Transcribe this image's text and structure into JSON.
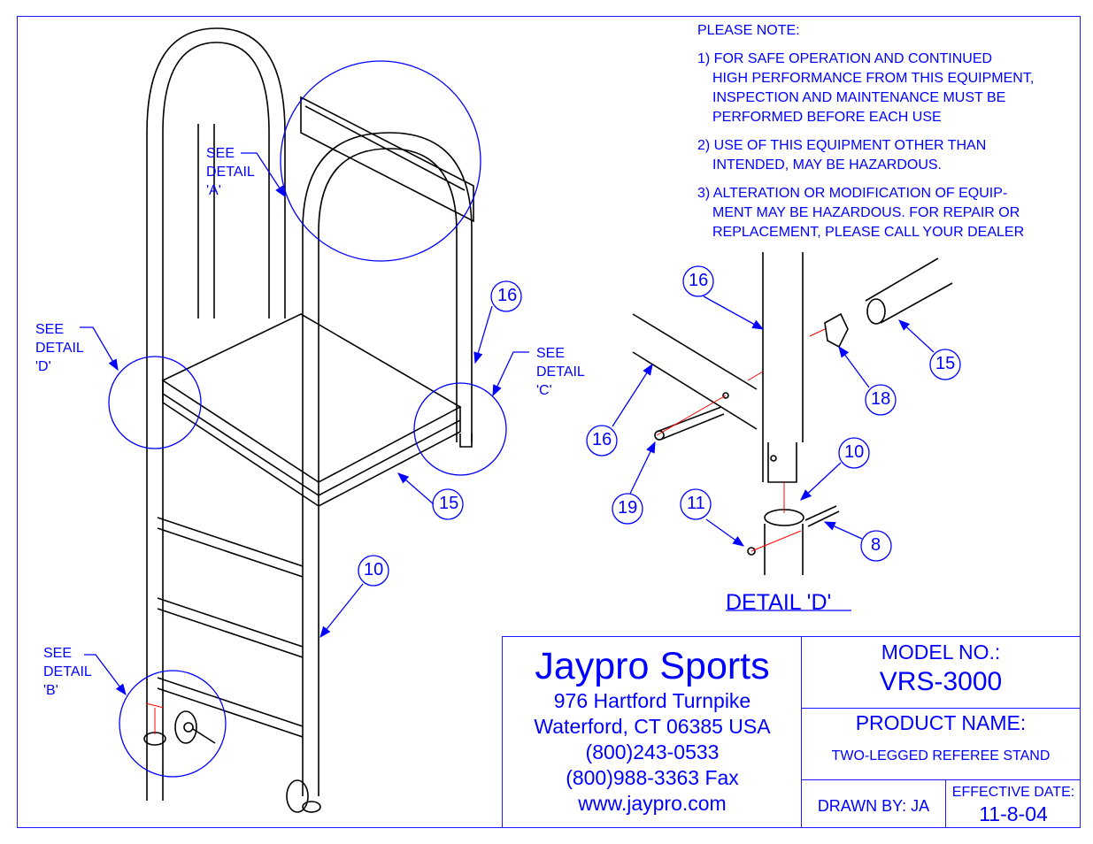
{
  "notes": {
    "heading": "PLEASE NOTE:",
    "items": [
      {
        "first": "1) FOR SAFE OPERATION AND CONTINUED",
        "rest": [
          "HIGH PERFORMANCE FROM THIS EQUIPMENT,",
          "INSPECTION AND MAINTENANCE MUST BE",
          "PERFORMED BEFORE EACH USE"
        ]
      },
      {
        "first": "2) USE OF THIS EQUIPMENT OTHER THAN",
        "rest": [
          "INTENDED, MAY BE HAZARDOUS."
        ]
      },
      {
        "first": "3) ALTERATION OR MODIFICATION OF EQUIP-",
        "rest": [
          "MENT MAY BE HAZARDOUS.  FOR REPAIR OR",
          "REPLACEMENT, PLEASE CALL YOUR DEALER"
        ]
      }
    ]
  },
  "callouts": {
    "see_a": [
      "SEE",
      "DETAIL",
      "'A'"
    ],
    "see_b": [
      "SEE",
      "DETAIL",
      "'B'"
    ],
    "see_c": [
      "SEE",
      "DETAIL",
      "'C'"
    ],
    "see_d": [
      "SEE",
      "DETAIL",
      "'D'"
    ],
    "balloons": {
      "b16a": "16",
      "b15a": "15",
      "b10a": "10",
      "b16b": "16",
      "b16c": "16",
      "b15b": "15",
      "b18": "18",
      "b10b": "10",
      "b11": "11",
      "b19": "19",
      "b8": "8"
    }
  },
  "detail_title": "DETAIL 'D'",
  "title_block": {
    "company": "Jaypro Sports",
    "address1": "976 Hartford Turnpike",
    "address2": "Waterford, CT 06385 USA",
    "phone": "(800)243-0533",
    "fax": "(800)988-3363 Fax",
    "web": "www.jaypro.com",
    "model_label": "MODEL NO.:",
    "model_value": "VRS-3000",
    "product_label": "PRODUCT NAME:",
    "product_value": "TWO-LEGGED REFEREE STAND",
    "drawn_by": "DRAWN BY: JA",
    "effective_label": "EFFECTIVE DATE:",
    "effective_value": "11-8-04"
  },
  "colors": {
    "annotation": "#0000ff",
    "line": "#000000",
    "centerline": "#ff0000"
  }
}
